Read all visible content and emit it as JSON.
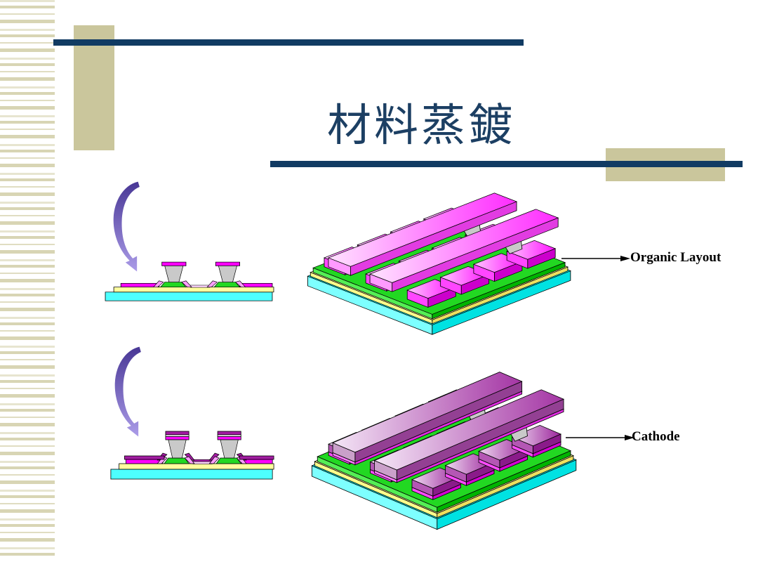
{
  "title": "材料蒸鍍",
  "labels": {
    "organic_layout": "Organic Layout",
    "cathode": "Cathode"
  },
  "colors": {
    "navy": "#113b63",
    "khaki": "#cac69c",
    "stripe_khaki": "#dcd9ba",
    "title_text": "#1c3f63",
    "label_text": "#000000",
    "magenta": "#ff00ff",
    "purple_cathode": "#a21ca2",
    "green": "#22d822",
    "cyan": "#00ffff",
    "yellow": "#ffff9e",
    "gray_support": "#c9c9c9",
    "arrow_purple_dark": "#483795",
    "arrow_purple_light": "#ab9ce8"
  }
}
